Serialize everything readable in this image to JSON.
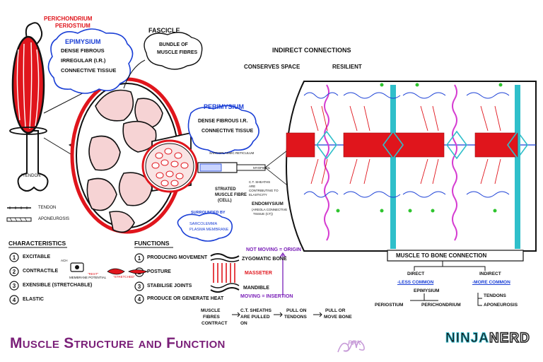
{
  "title": "Muscle Structure and Function",
  "brand": {
    "part1": "NINJA",
    "part2": "NERD"
  },
  "signature": "PRK",
  "labels": {
    "perichondrium": "PERICHONDRIUM",
    "periostium": "PERIOSTIUM",
    "epimysium_title": "EPIMYSIUM",
    "epimysium_desc": [
      "DENSE FIBROUS",
      "IRREGULAR (I.R.)",
      "CONNECTIVE TISSUE"
    ],
    "fascicle_title": "FASCICLE",
    "fascicle_desc": [
      "BUNDLE OF",
      "MUSCLE FIBRES"
    ],
    "perimysium_title": "PERIMYSIUM",
    "perimysium_desc": [
      "DENSE FIBROUS I.R.",
      "CONNECTIVE TISSUE"
    ],
    "tendon_quote": "\"TENDON\"",
    "sarcoplasmic_reticulum": "SARCOPLASMIC RETICULUM",
    "myofibril": "MYOFIBRIL",
    "striated": [
      "STRIATED",
      "MUSCLE FIBRE",
      "(CELL)"
    ],
    "ct_sheaths_elasticity": [
      "C.T. SHEATHS",
      "ARE",
      "CONTRIBUTING TO",
      "ELASTICITY"
    ],
    "endomysium_title": "ENDOMYSIUM",
    "endomysium_desc": [
      "(AREOLA CONNECTIVE",
      "TISSUE (CT))"
    ],
    "surrounded_by": "SURROUNDED BY",
    "sarcolemma": [
      "SARCOLEMMA",
      "PLASMA MEMBRANE"
    ],
    "indirect_connections": "INDIRECT CONNECTIONS",
    "conserves_space": "CONSERVES SPACE",
    "resilient": "RESILIENT"
  },
  "legend": {
    "tendon": "TENDON",
    "aponeurosis": "APONEUROSIS"
  },
  "characteristics": {
    "title": "CHARACTERISTICS",
    "items": [
      "EXCITABLE",
      "CONTRACTILE",
      "EXENSIBLE (STRETCHABLE)",
      "ELASTIC"
    ],
    "ach": "ACH",
    "membrane_potential": "MEMBRANE POTENTIAL",
    "rest": "\"REST\"",
    "stretched": "\"STRETCHED\""
  },
  "functions": {
    "title": "FUNCTIONS",
    "items": [
      "PRODUCING MOVEMENT",
      "POSTURE",
      "STABILISE JOINTS",
      "PRODUCE OR GENERATE HEAT"
    ]
  },
  "masseter_diagram": {
    "not_moving": "NOT MOVING = ORIGIN",
    "zygomatic": "ZYGOMATIC BONE",
    "masseter": "MASSETER",
    "mandible": "MANDIBLE",
    "moving": "MOVING = INSERTION"
  },
  "flow": {
    "step1": [
      "MUSCLE",
      "FIBRES",
      "CONTRACT"
    ],
    "step2": [
      "C.T. SHEATHS",
      "ARE PULLED",
      "ON"
    ],
    "step3": [
      "PULL ON",
      "TENDONS"
    ],
    "step4": [
      "PULL OR",
      "MOVE BONE"
    ]
  },
  "bone_connection": {
    "title": "MUSCLE TO BONE CONNECTION",
    "direct": {
      "label": "DIRECT",
      "common": "-LESS COMMON",
      "via": "EPIMYSIUM",
      "left": "PERIOSTIUM",
      "right": "PERICHONDRIUM"
    },
    "indirect": {
      "label": "INDIRECT",
      "common": "-MORE COMMON",
      "items": [
        "TENDONS",
        "APONEUROSIS"
      ]
    }
  },
  "colors": {
    "red": "#e0151c",
    "blue": "#1a3fd6",
    "teal": "#2fbfca",
    "purple": "#7a1fb8",
    "pink": "#d53bd1",
    "title": "#7a1f78"
  }
}
